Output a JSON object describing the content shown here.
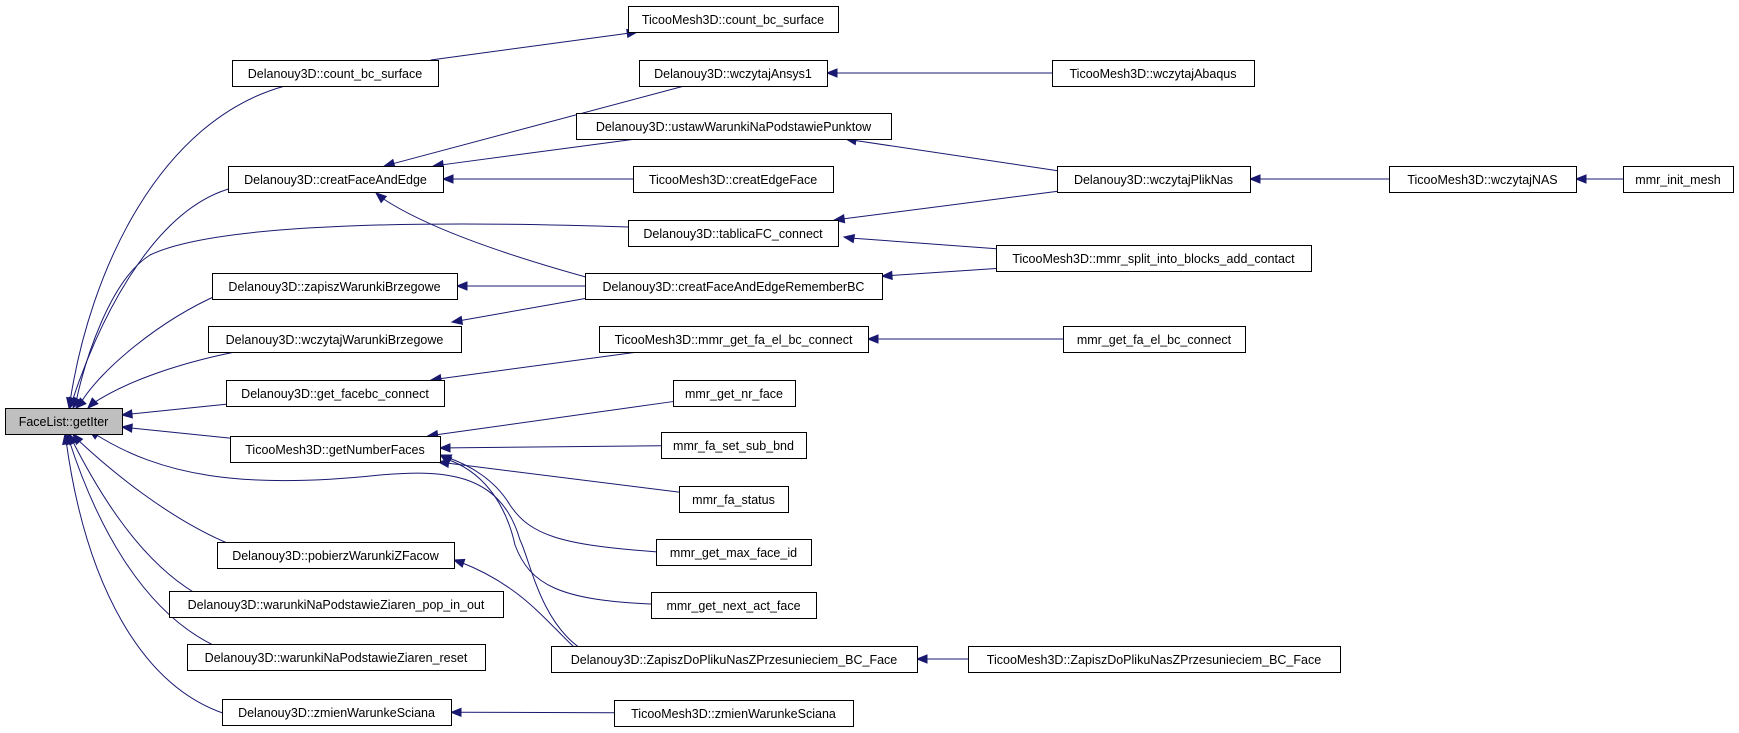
{
  "colors": {
    "edge": "#191970",
    "node_fill": "#ffffff",
    "focus_fill": "#bfbfbf",
    "node_border": "#000000"
  },
  "nodes": [
    {
      "id": "getIter",
      "label": "FaceList::getIter",
      "focus": true
    },
    {
      "id": "d_count",
      "label": "Delanouy3D::count_bc_surface"
    },
    {
      "id": "d_creat",
      "label": "Delanouy3D::creatFaceAndEdge"
    },
    {
      "id": "d_zapisz",
      "label": "Delanouy3D::zapiszWarunkiBrzegowe"
    },
    {
      "id": "d_wczytajWB",
      "label": "Delanouy3D::wczytajWarunkiBrzegowe"
    },
    {
      "id": "d_get_facebc",
      "label": "Delanouy3D::get_facebc_connect"
    },
    {
      "id": "t_getNumber",
      "label": "TicooMesh3D::getNumberFaces"
    },
    {
      "id": "d_pobierz",
      "label": "Delanouy3D::pobierzWarunkiZFacow"
    },
    {
      "id": "d_pop",
      "label": "Delanouy3D::warunkiNaPodstawieZiaren_pop_in_out"
    },
    {
      "id": "d_reset",
      "label": "Delanouy3D::warunkiNaPodstawieZiaren_reset"
    },
    {
      "id": "d_zmien",
      "label": "Delanouy3D::zmienWarunkeSciana"
    },
    {
      "id": "t_count",
      "label": "TicooMesh3D::count_bc_surface"
    },
    {
      "id": "d_ansys",
      "label": "Delanouy3D::wczytajAnsys1"
    },
    {
      "id": "d_ustaw",
      "label": "Delanouy3D::ustawWarunkiNaPodstawiePunktow"
    },
    {
      "id": "t_creatEdge",
      "label": "TicooMesh3D::creatEdgeFace"
    },
    {
      "id": "d_tablica",
      "label": "Delanouy3D::tablicaFC_connect"
    },
    {
      "id": "d_creatRem",
      "label": "Delanouy3D::creatFaceAndEdgeRememberBC"
    },
    {
      "id": "t_mmr_get_fa",
      "label": "TicooMesh3D::mmr_get_fa_el_bc_connect"
    },
    {
      "id": "mmr_nr_face",
      "label": "mmr_get_nr_face"
    },
    {
      "id": "mmr_fa_set",
      "label": "mmr_fa_set_sub_bnd"
    },
    {
      "id": "mmr_fa_status",
      "label": "mmr_fa_status"
    },
    {
      "id": "mmr_max_face",
      "label": "mmr_get_max_face_id"
    },
    {
      "id": "mmr_next_act",
      "label": "mmr_get_next_act_face"
    },
    {
      "id": "d_zapiszDo",
      "label": "Delanouy3D::ZapiszDoPlikuNasZPrzesunieciem_BC_Face"
    },
    {
      "id": "t_zmien",
      "label": "TicooMesh3D::zmienWarunkeSciana"
    },
    {
      "id": "t_abaqus",
      "label": "TicooMesh3D::wczytajAbaqus"
    },
    {
      "id": "d_plikNas",
      "label": "Delanouy3D::wczytajPlikNas"
    },
    {
      "id": "t_split",
      "label": "TicooMesh3D::mmr_split_into_blocks_add_contact"
    },
    {
      "id": "mmr_get_fa",
      "label": "mmr_get_fa_el_bc_connect"
    },
    {
      "id": "t_zapiszDo",
      "label": "TicooMesh3D::ZapiszDoPlikuNasZPrzesunieciem_BC_Face"
    },
    {
      "id": "t_nas",
      "label": "TicooMesh3D::wczytajNAS"
    },
    {
      "id": "mmr_init",
      "label": "mmr_init_mesh"
    }
  ]
}
